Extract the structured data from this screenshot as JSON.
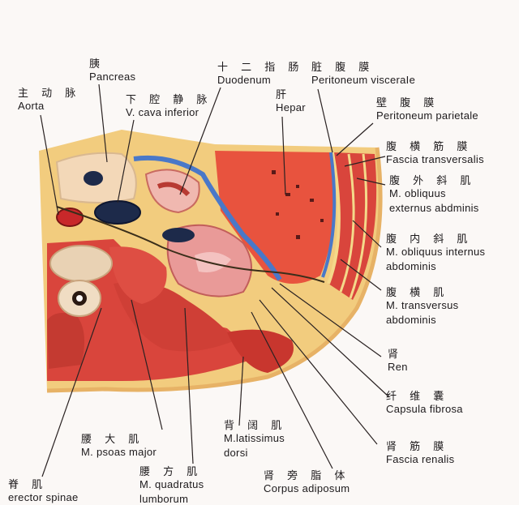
{
  "labels": {
    "aorta": {
      "zh": "主 动 脉",
      "en": "Aorta"
    },
    "pancreas": {
      "zh": "胰",
      "en": "Pancreas"
    },
    "vcava": {
      "zh": "下 腔 静 脉",
      "en": "V. cava inferior"
    },
    "duodenum": {
      "zh": "十 二 指 肠",
      "en": "Duodenum"
    },
    "hepar": {
      "zh": "肝",
      "en": "Hepar"
    },
    "perivisc": {
      "zh": "脏 腹 膜",
      "en": "Peritoneum visceraIe"
    },
    "periparie": {
      "zh": "壁 腹 膜",
      "en": "Peritoneum parietale"
    },
    "fasciatr": {
      "zh": "腹 横 筋 膜",
      "en": "Fascia transversalis"
    },
    "obliext": {
      "zh": "腹 外 斜 肌",
      "en": "M. obliquus",
      "en2": "externus abdminis"
    },
    "obliint": {
      "zh": "腹 内 斜 肌",
      "en": "M. obliquus internus",
      "en2": "abdominis"
    },
    "transv": {
      "zh": "腹 横 肌",
      "en": "M. transversus",
      "en2": "abdominis"
    },
    "ren": {
      "zh": "肾",
      "en": "Ren"
    },
    "capsula": {
      "zh": "纤 维 囊",
      "en": "Capsula fibrosa"
    },
    "fasciaren": {
      "zh": "肾 筋 膜",
      "en": "Fascia renalis"
    },
    "adiposum": {
      "zh": "肾 旁 脂 体",
      "en": "Corpus adiposum"
    },
    "latiss": {
      "zh": "背 阔 肌",
      "en": "M.latissimus",
      "en2": "dorsi"
    },
    "quadr": {
      "zh": "腰 方 肌",
      "en": "M. quadratus",
      "en2": "lumborum"
    },
    "psoas": {
      "zh": "腰 大 肌",
      "en": "M. psoas major"
    },
    "erector": {
      "zh": "脊 肌",
      "en": "erector spinae"
    }
  },
  "colors": {
    "muscle": "#d9453c",
    "muscle_dark": "#b8302b",
    "fat": "#f4d98a",
    "liver": "#e8533e",
    "peritoneum": "#4a78c8",
    "bone": "#e9d2b4",
    "background": "#fbf8f6"
  }
}
